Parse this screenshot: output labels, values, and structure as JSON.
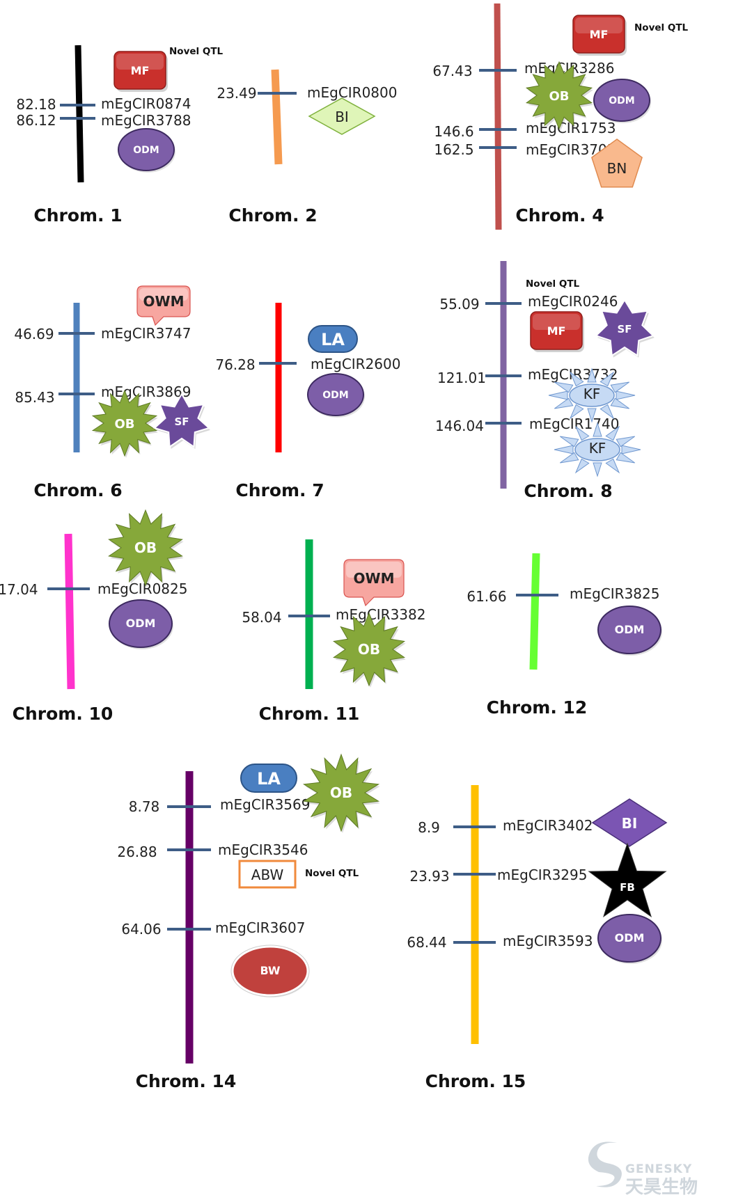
{
  "colors": {
    "tick": "#3e5d86",
    "MF": "#c9302c",
    "ODM": "#7d5ea8",
    "OB": "#86a83a",
    "BI2": "#dff5b8",
    "BI15": "#7b55b3",
    "BN": "#f9b98d",
    "OWM": "#f7a6a0",
    "LA": "#4a7fc1",
    "SF": "#6a4a9a",
    "KF": "#c6daf4",
    "ABW": "#f08a3c",
    "BW": "#c0413d",
    "FB": "#000000"
  },
  "novel_label": "Novel QTL",
  "watermark": {
    "brand": "GENESKY",
    "chinese": "天昊生物"
  },
  "chromosomes": [
    {
      "id": "c1",
      "label": "Chrom. 1",
      "color": "#000000",
      "markers": [
        {
          "pos": "82.18",
          "name": "mEgCIR0874"
        },
        {
          "pos": "86.12",
          "name": "mEgCIR3788"
        }
      ],
      "qtls": [
        {
          "code": "MF",
          "shape": "box",
          "novel": true
        },
        {
          "code": "ODM",
          "shape": "ellipse"
        }
      ]
    },
    {
      "id": "c2",
      "label": "Chrom. 2",
      "color": "#f59a4f",
      "markers": [
        {
          "pos": "23.49",
          "name": "mEgCIR0800"
        }
      ],
      "qtls": [
        {
          "code": "BI",
          "shape": "diamond"
        }
      ]
    },
    {
      "id": "c4",
      "label": "Chrom. 4",
      "color": "#c0504d",
      "markers": [
        {
          "pos": "67.43",
          "name": "mEgCIR3286"
        },
        {
          "pos": "146.6",
          "name": "mEgCIR1753"
        },
        {
          "pos": "162.5",
          "name": "mEgCIR3705"
        }
      ],
      "qtls": [
        {
          "code": "MF",
          "shape": "box",
          "novel": true
        },
        {
          "code": "OB",
          "shape": "burst"
        },
        {
          "code": "ODM",
          "shape": "ellipse"
        },
        {
          "code": "BN",
          "shape": "pentagon"
        }
      ]
    },
    {
      "id": "c6",
      "label": "Chrom. 6",
      "color": "#4f81bd",
      "markers": [
        {
          "pos": "46.69",
          "name": "mEgCIR3747"
        },
        {
          "pos": "85.43",
          "name": "mEgCIR3869"
        }
      ],
      "qtls": [
        {
          "code": "OWM",
          "shape": "callout"
        },
        {
          "code": "OB",
          "shape": "burst"
        },
        {
          "code": "SF",
          "shape": "star7"
        }
      ]
    },
    {
      "id": "c7",
      "label": "Chrom. 7",
      "color": "#ff0000",
      "markers": [
        {
          "pos": "76.28",
          "name": "mEgCIR2600"
        }
      ],
      "qtls": [
        {
          "code": "LA",
          "shape": "rounded"
        },
        {
          "code": "ODM",
          "shape": "ellipse"
        }
      ]
    },
    {
      "id": "c8",
      "label": "Chrom. 8",
      "color": "#8064a2",
      "markers": [
        {
          "pos": "55.09",
          "name": "mEgCIR0246"
        },
        {
          "pos": "121.01",
          "name": "mEgCIR3732"
        },
        {
          "pos": "146.04",
          "name": "mEgCIR1740"
        }
      ],
      "qtls": [
        {
          "code": "MF",
          "shape": "box",
          "novel": true
        },
        {
          "code": "SF",
          "shape": "star7"
        },
        {
          "code": "KF",
          "shape": "sun"
        },
        {
          "code": "KF",
          "shape": "sun"
        }
      ]
    },
    {
      "id": "c10",
      "label": "Chrom. 10",
      "color": "#ff33cc",
      "markers": [
        {
          "pos": "17.04",
          "name": "mEgCIR0825"
        }
      ],
      "qtls": [
        {
          "code": "OB",
          "shape": "burst"
        },
        {
          "code": "ODM",
          "shape": "ellipse"
        }
      ]
    },
    {
      "id": "c11",
      "label": "Chrom. 11",
      "color": "#00b050",
      "markers": [
        {
          "pos": "58.04",
          "name": "mEgCIR3382"
        }
      ],
      "qtls": [
        {
          "code": "OWM",
          "shape": "callout"
        },
        {
          "code": "OB",
          "shape": "burst"
        }
      ]
    },
    {
      "id": "c12",
      "label": "Chrom. 12",
      "color": "#66ff33",
      "markers": [
        {
          "pos": "61.66",
          "name": "mEgCIR3825"
        }
      ],
      "qtls": [
        {
          "code": "ODM",
          "shape": "ellipse"
        }
      ]
    },
    {
      "id": "c14",
      "label": "Chrom. 14",
      "color": "#660066",
      "markers": [
        {
          "pos": "8.78",
          "name": "mEgCIR3569"
        },
        {
          "pos": "26.88",
          "name": "mEgCIR3546"
        },
        {
          "pos": "64.06",
          "name": "mEgCIR3607"
        }
      ],
      "qtls": [
        {
          "code": "LA",
          "shape": "rounded"
        },
        {
          "code": "OB",
          "shape": "burst"
        },
        {
          "code": "ABW",
          "shape": "outline",
          "novel": true
        },
        {
          "code": "BW",
          "shape": "ellipse"
        }
      ]
    },
    {
      "id": "c15",
      "label": "Chrom. 15",
      "color": "#ffc000",
      "markers": [
        {
          "pos": "8.9",
          "name": "mEgCIR3402"
        },
        {
          "pos": "23.93",
          "name": "mEgCIR3295"
        },
        {
          "pos": "68.44",
          "name": "mEgCIR3593"
        }
      ],
      "qtls": [
        {
          "code": "BI",
          "shape": "diamond"
        },
        {
          "code": "FB",
          "shape": "star5"
        },
        {
          "code": "ODM",
          "shape": "ellipse"
        }
      ]
    }
  ]
}
